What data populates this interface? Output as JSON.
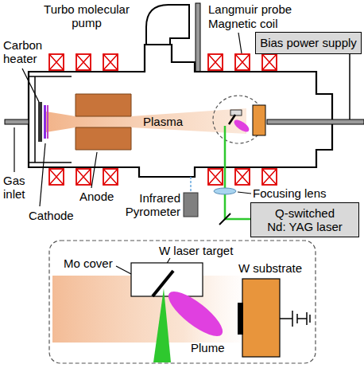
{
  "diagram": {
    "nodes": [
      {
        "text": [
          "Bias power supply"
        ]
      },
      {
        "text": [
          "Q-switched Nd: YAG laser"
        ]
      }
    ],
    "labels": [
      "Turbo molecular pump",
      "Langmuir probe",
      "Magnetic coil",
      "Carbon heater",
      "Plasma",
      "Gas inlet",
      "Cathode",
      "Anode",
      "Infrared Pyrometer",
      "Focusing lens",
      "Mo cover",
      "W laser target",
      "W substrate",
      "Plume"
    ]
  }
}
